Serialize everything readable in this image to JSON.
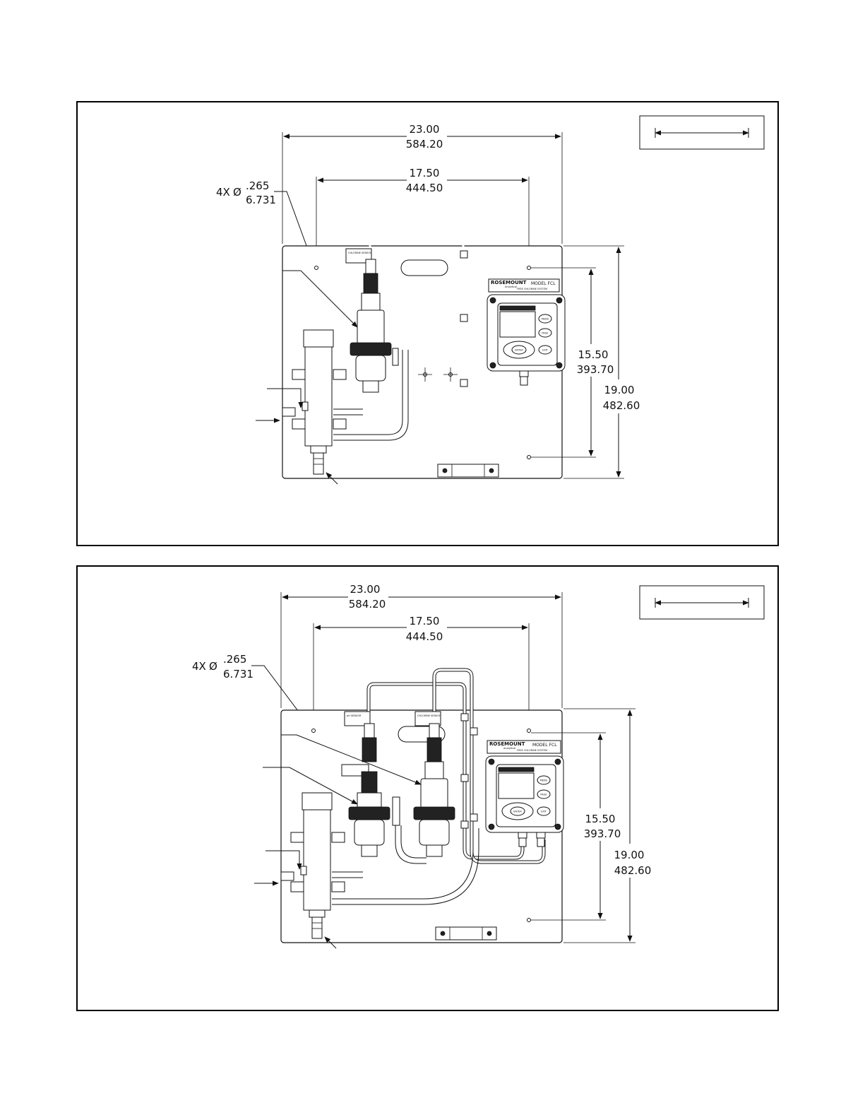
{
  "views": [
    {
      "width_in": "23.00",
      "width_mm": "584.20",
      "hole_spacing_in": "17.50",
      "hole_spacing_mm": "444.50",
      "hole_count": "4X",
      "hole_symbol": "Ø",
      "hole_dia_in": ".265",
      "hole_dia_mm": "6.731",
      "vert_spacing_in": "15.50",
      "vert_spacing_mm": "393.70",
      "height_in": "19.00",
      "height_mm": "482.60",
      "analyzer": {
        "brand": "ROSEMOUNT",
        "brand_sub": "Analytical",
        "model": "MODEL FCL",
        "system": "FREE CHLORINE SYSTEM",
        "key_enter": "ENTER",
        "key_menu": "MENU",
        "key_page": "PAGE",
        "key_exit": "EXIT"
      },
      "sensor_labels": [
        "CHLORINE SENSOR"
      ]
    },
    {
      "width_in": "23.00",
      "width_mm": "584.20",
      "hole_spacing_in": "17.50",
      "hole_spacing_mm": "444.50",
      "hole_count": "4X",
      "hole_symbol": "Ø",
      "hole_dia_in": ".265",
      "hole_dia_mm": "6.731",
      "vert_spacing_in": "15.50",
      "vert_spacing_mm": "393.70",
      "height_in": "19.00",
      "height_mm": "482.60",
      "analyzer": {
        "brand": "ROSEMOUNT",
        "brand_sub": "Analytical",
        "model": "MODEL FCL",
        "system": "FREE CHLORINE SYSTEM",
        "key_enter": "ENTER",
        "key_menu": "MENU",
        "key_page": "PAGE",
        "key_exit": "EXIT"
      },
      "sensor_labels": [
        "pH SENSOR",
        "CHLORINE SENSOR"
      ]
    }
  ]
}
